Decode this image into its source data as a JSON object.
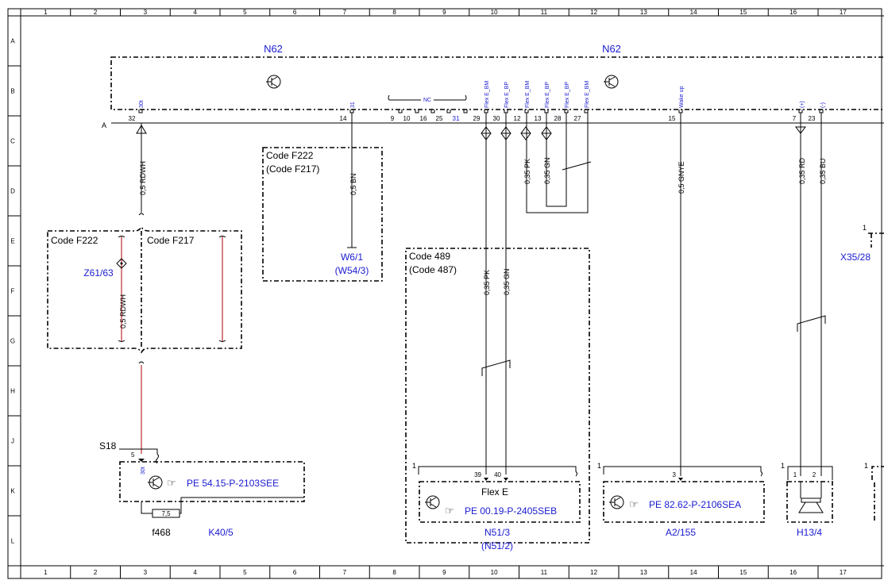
{
  "grid": {
    "columns": [
      "1",
      "2",
      "3",
      "4",
      "5",
      "6",
      "7",
      "8",
      "9",
      "10",
      "11",
      "12",
      "13",
      "14",
      "15",
      "16",
      "17"
    ],
    "rows": [
      "A",
      "B",
      "C",
      "D",
      "E",
      "F",
      "G",
      "H",
      "J",
      "K",
      "L"
    ]
  },
  "module": {
    "name_left": "N62",
    "name_right": "N62",
    "connector": "A",
    "pin_numbers": [
      "32",
      "14",
      "9",
      "10",
      "16",
      "25",
      "31",
      "29",
      "30",
      "12",
      "13",
      "28",
      "27",
      "15",
      "7",
      "23"
    ],
    "pin_labels": [
      "30t",
      "31",
      "NC",
      "Flex E_BM",
      "Flex E_BP",
      "Flex E_BM",
      "Flex E_BP",
      "Flex E_BP",
      "Flex E_BM",
      "Wake up",
      "(+)",
      "(-)"
    ]
  },
  "wires": {
    "rdwh": "0,5 RDWH",
    "rdwh2": "0,5 RDWH",
    "bn": "0,5 BN",
    "pk_upper": "0,35 PK",
    "gn_upper": "0,35 GN",
    "pk_lower": "0,35 PK",
    "gn_lower": "0,35 GN",
    "gnye": "0,5 GNYE",
    "rd": "0,35 RD",
    "bu": "0,35 BU"
  },
  "code_boxes": {
    "f222_a": "Code F222",
    "f217_a": "Code F217",
    "f222_b": "Code F222",
    "f217_b": "(Code F217)",
    "c489": "Code 489",
    "c487": "(Code 487)"
  },
  "components": {
    "z61": "Z61/63",
    "w6": "W6/1",
    "w54": "(W54/3)",
    "s18": "S18",
    "k40": "K40/5",
    "f468": "f468",
    "fuse": "7,5",
    "k40_pin5": "5",
    "k40_pin30": "30t",
    "k40_pe": "PE 54.15-P-2103SEE",
    "n51_pin1": "1",
    "n51_39": "39",
    "n51_40": "40",
    "flex_e": "Flex E",
    "n51_pe": "PE 00.19-P-2405SEB",
    "n51": "N51/3",
    "n51b": "(N51/2)",
    "a2_pin1": "1",
    "a2_pin3": "3",
    "a2_pe": "PE 82.62-P-2106SEA",
    "a2": "A2/155",
    "h13_pin1": "1",
    "h13_p1": "1",
    "h13_p2": "2",
    "h13": "H13/4",
    "x35_pin": "1",
    "x35": "X35/28",
    "edge_pin": "1"
  },
  "colors": {
    "blue_text": "#1a1ad0",
    "red_wire": "#b00000"
  }
}
